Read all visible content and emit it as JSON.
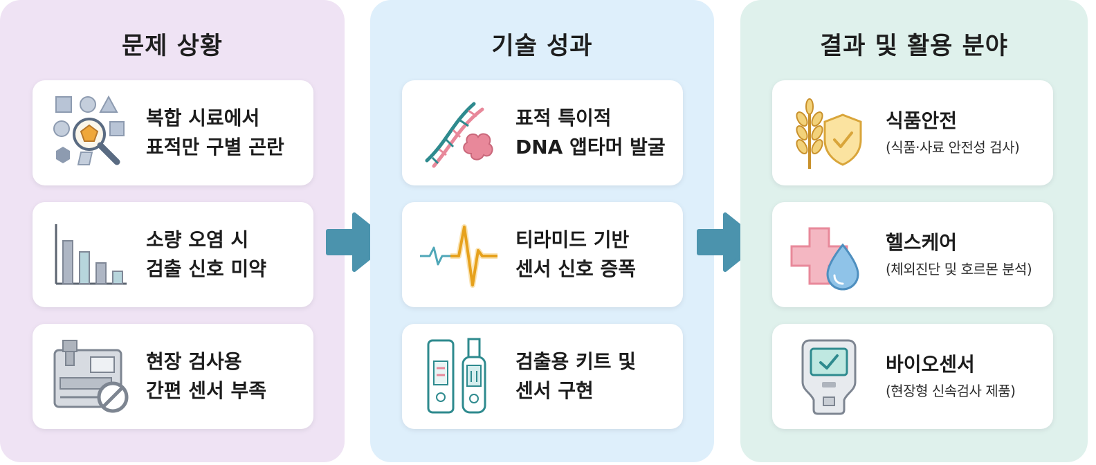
{
  "columns": [
    {
      "title": "문제 상황",
      "cards": [
        {
          "icon": "magnifier-shapes-icon",
          "line1": "복합 시료에서",
          "line2": "표적만 구별 곤란"
        },
        {
          "icon": "decreasing-bar-chart-icon",
          "line1": "소량 오염 시",
          "line2": "검출 신호 미약"
        },
        {
          "icon": "lab-machine-prohibited-icon",
          "line1": "현장 검사용",
          "line2": "간편 센서 부족"
        }
      ]
    },
    {
      "title": "기술 성과",
      "cards": [
        {
          "icon": "dna-binding-icon",
          "line1": "표적 특이적",
          "line2": "DNA 앱타머 발굴"
        },
        {
          "icon": "signal-wave-icon",
          "line1": "티라미드 기반",
          "line2": "센서 신호 증폭"
        },
        {
          "icon": "test-kit-sensor-icon",
          "line1": "검출용 키트 및",
          "line2": "센서 구현"
        }
      ]
    },
    {
      "title": "결과 및 활용 분야",
      "cards": [
        {
          "icon": "wheat-shield-icon",
          "title": "식품안전",
          "sub": "(식품·사료 안전성 검사)"
        },
        {
          "icon": "medical-cross-drop-icon",
          "title": "헬스케어",
          "sub": "(체외진단 및 호르몬 분석)"
        },
        {
          "icon": "handheld-biosensor-icon",
          "title": "바이오센서",
          "sub": "(현장형 신속검사 제품)"
        }
      ]
    }
  ],
  "colors": {
    "panel_1_bg": "#efe3f4",
    "panel_2_bg": "#deeffb",
    "panel_3_bg": "#dff1ec",
    "arrow": "#4b93ad",
    "icon_outline": "#2e8a8e",
    "accent_orange": "#e6a11c",
    "accent_pink": "#e8889a"
  }
}
